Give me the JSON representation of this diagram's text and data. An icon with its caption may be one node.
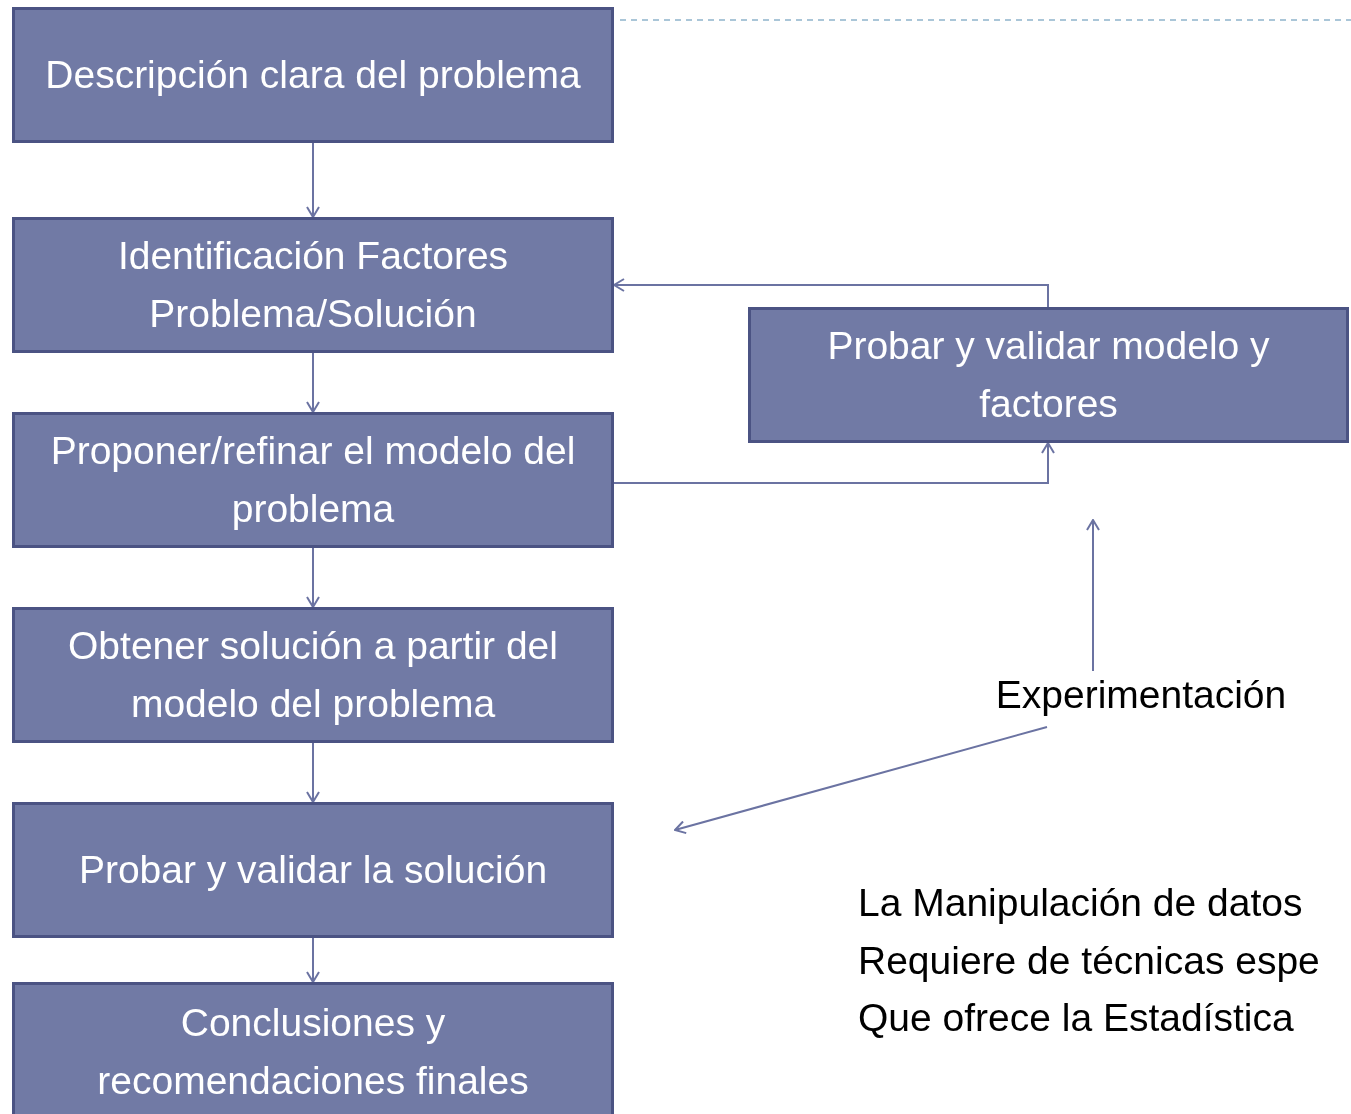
{
  "diagram": {
    "nodes": [
      {
        "text": [
          "Descripción clara del problema"
        ]
      },
      {
        "text": [
          "Identificación Factores Problema/Solución"
        ]
      },
      {
        "text": [
          "Proponer/refinar el modelo del problema"
        ]
      },
      {
        "text": [
          "Obtener solución a partir del modelo del problema"
        ]
      },
      {
        "text": [
          "Probar y validar la solución"
        ]
      },
      {
        "text": [
          "Conclusiones y recomendaciones finales"
        ]
      },
      {
        "text": [
          "Probar y validar modelo y factores"
        ]
      },
      {
        "text": [
          "Experimentación"
        ]
      }
    ],
    "edges": [
      {
        "from": 0,
        "to": 1,
        "arrow": "to"
      },
      {
        "from": 1,
        "to": 2,
        "arrow": "to"
      },
      {
        "from": 2,
        "to": 3,
        "arrow": "to"
      },
      {
        "from": 3,
        "to": 4,
        "arrow": "to"
      },
      {
        "from": 4,
        "to": 5,
        "arrow": "to"
      },
      {
        "from": 2,
        "to": 6,
        "arrow": "to"
      },
      {
        "from": 6,
        "to": 1,
        "arrow": "to"
      },
      {
        "from": 7,
        "to": null,
        "arrow": "to"
      },
      {
        "from": 7,
        "to": null,
        "arrow": "to"
      }
    ],
    "labels": [
      "La Manipulación de datos",
      "Requiere de técnicas espe",
      "Que ofrece la Estadística"
    ]
  }
}
